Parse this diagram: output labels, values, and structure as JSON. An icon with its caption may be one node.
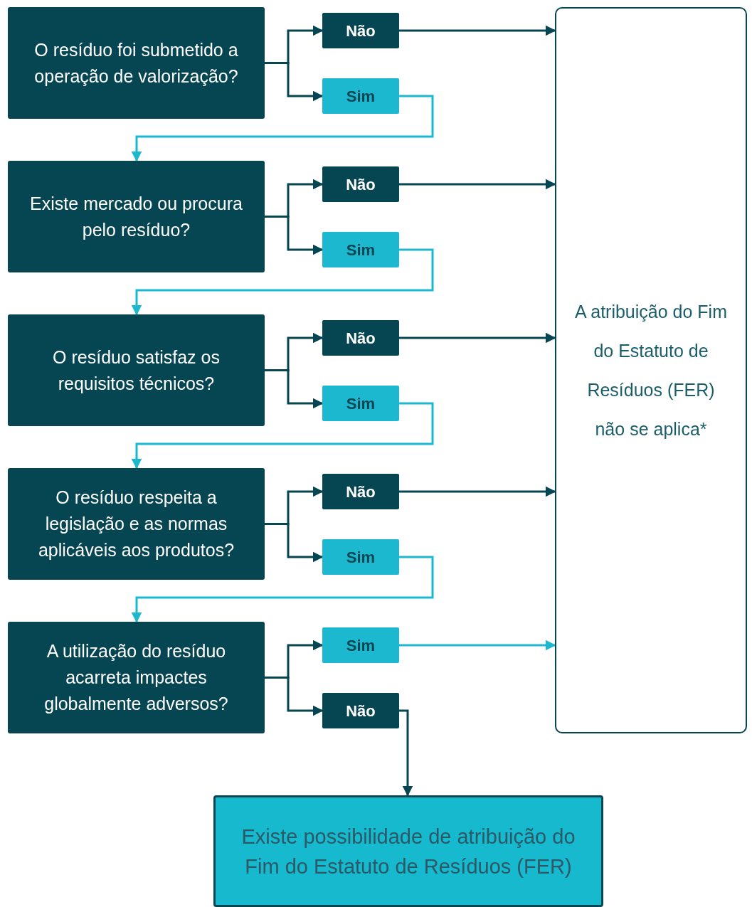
{
  "diagram": {
    "nodes": [
      {
        "text": [
          "O resíduo foi submetido a operação de valorização?"
        ]
      },
      {
        "text": [
          "Não"
        ]
      },
      {
        "text": [
          "Sim"
        ]
      },
      {
        "text": [
          "Existe mercado ou procura pelo resíduo?"
        ]
      },
      {
        "text": [
          "Não"
        ]
      },
      {
        "text": [
          "Sim"
        ]
      },
      {
        "text": [
          "O resíduo satisfaz os requisitos técnicos?"
        ]
      },
      {
        "text": [
          "Não"
        ]
      },
      {
        "text": [
          "Sim"
        ]
      },
      {
        "text": [
          "O resíduo respeita a legislação e as normas aplicáveis aos produtos?"
        ]
      },
      {
        "text": [
          "Não"
        ]
      },
      {
        "text": [
          "Sim"
        ]
      },
      {
        "text": [
          "A utilização do resíduo acarreta impactes globalmente adversos?"
        ]
      },
      {
        "text": [
          "Sim"
        ]
      },
      {
        "text": [
          "Não"
        ]
      },
      {
        "text": [
          "A atribuição do Fim do Estatuto de Resíduos (FER) não se aplica*"
        ]
      },
      {
        "text": [
          "Existe possibilidade de atribuição do Fim do Estatuto de Resíduos (FER)"
        ]
      }
    ],
    "edges": [
      {
        "from": 0,
        "to": 1,
        "arrow": "to"
      },
      {
        "from": 0,
        "to": 2,
        "arrow": "to"
      },
      {
        "from": 1,
        "to": 15,
        "arrow": "to"
      },
      {
        "from": 2,
        "to": 3,
        "arrow": "to",
        "color": "#1bb8cf"
      },
      {
        "from": 3,
        "to": 4,
        "arrow": "to"
      },
      {
        "from": 3,
        "to": 5,
        "arrow": "to"
      },
      {
        "from": 4,
        "to": 15,
        "arrow": "to"
      },
      {
        "from": 5,
        "to": 6,
        "arrow": "to",
        "color": "#1bb8cf"
      },
      {
        "from": 6,
        "to": 7,
        "arrow": "to"
      },
      {
        "from": 6,
        "to": 8,
        "arrow": "to"
      },
      {
        "from": 7,
        "to": 15,
        "arrow": "to"
      },
      {
        "from": 8,
        "to": 9,
        "arrow": "to",
        "color": "#1bb8cf"
      },
      {
        "from": 9,
        "to": 10,
        "arrow": "to"
      },
      {
        "from": 9,
        "to": 11,
        "arrow": "to"
      },
      {
        "from": 10,
        "to": 15,
        "arrow": "to"
      },
      {
        "from": 11,
        "to": 12,
        "arrow": "to",
        "color": "#1bb8cf"
      },
      {
        "from": 12,
        "to": 13,
        "arrow": "to"
      },
      {
        "from": 12,
        "to": 14,
        "arrow": "to"
      },
      {
        "from": 13,
        "to": 15,
        "arrow": "to",
        "color": "#1bb8cf"
      },
      {
        "from": 14,
        "to": 16,
        "arrow": "to"
      }
    ]
  }
}
